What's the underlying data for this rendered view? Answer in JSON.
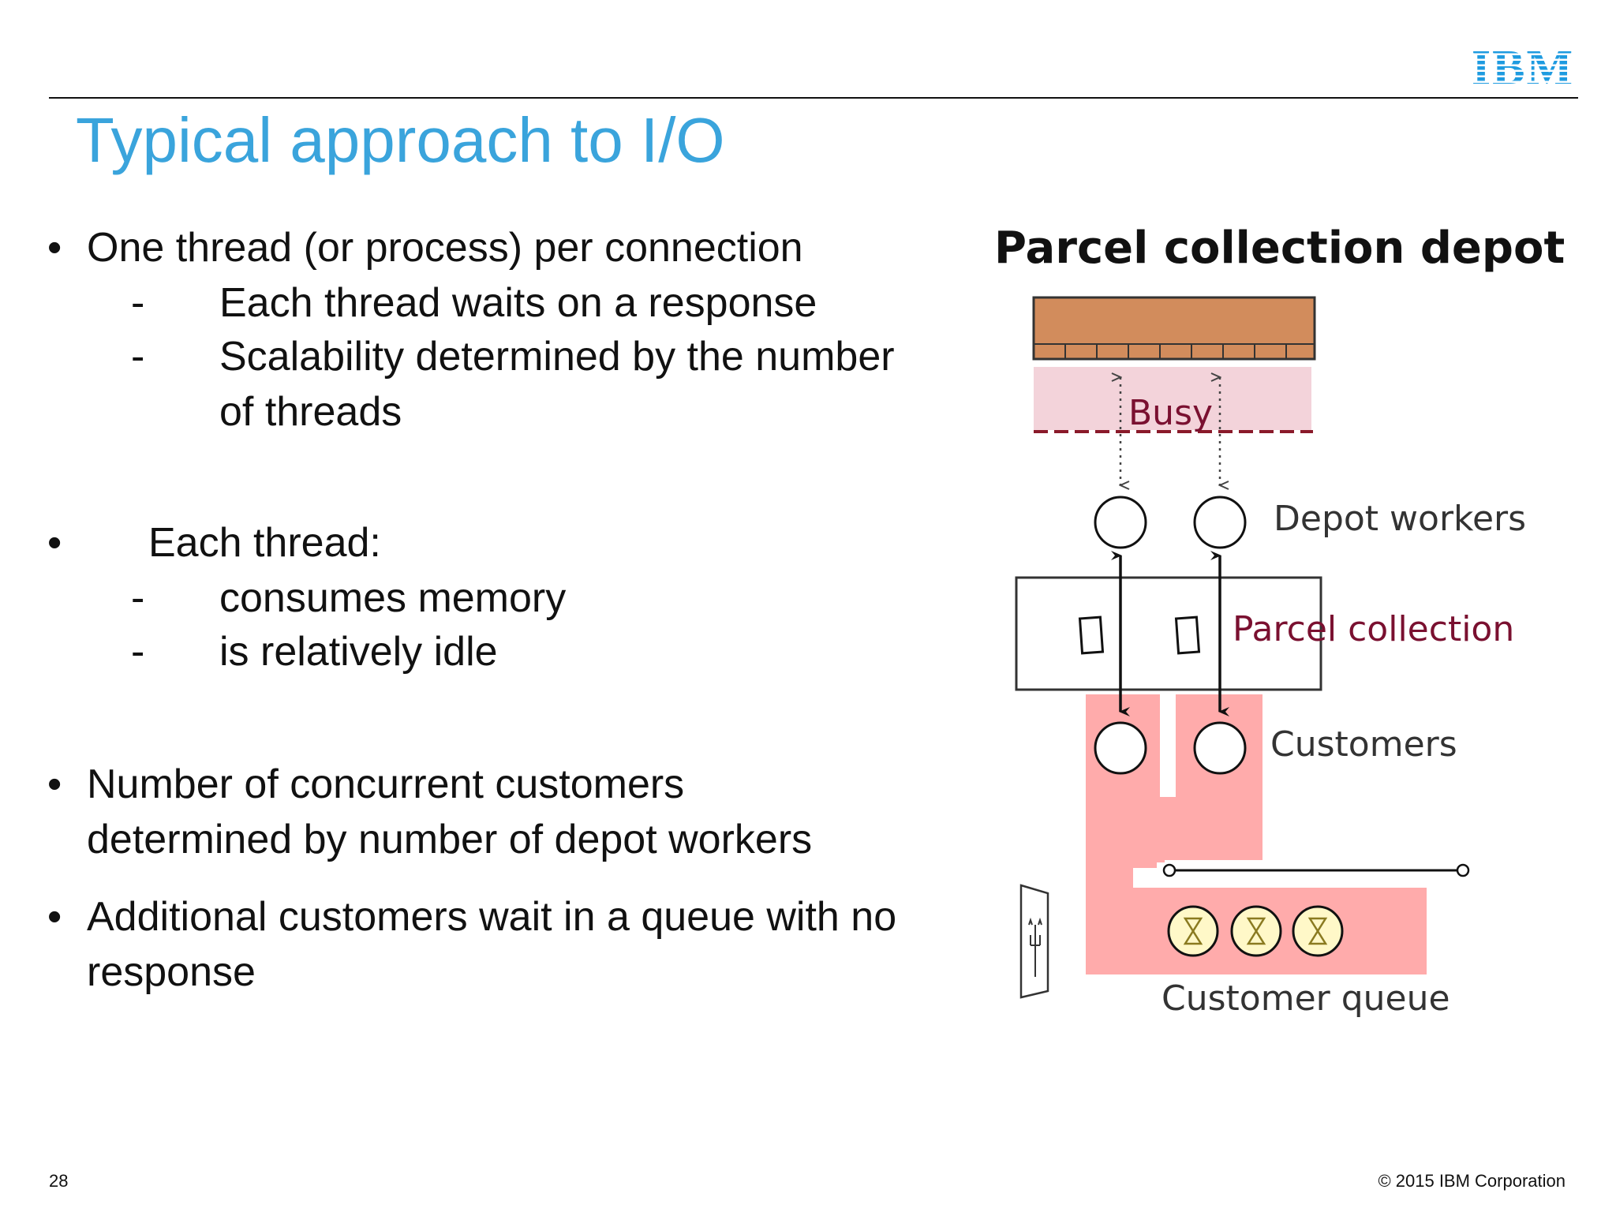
{
  "slide": {
    "title": "Typical approach to I/O",
    "page_number": "28",
    "copyright": "© 2015 IBM Corporation",
    "logo": {
      "text": "IBM",
      "color": "#1e9be0"
    },
    "title_color": "#3aa4dc"
  },
  "bullets": [
    {
      "text": "One thread (or process) per connection",
      "sub": [
        "Each thread waits on a response",
        "Scalability determined by the number",
        "of threads"
      ]
    },
    {
      "text": "Each thread:",
      "sub": [
        "consumes memory",
        "is relatively idle"
      ]
    },
    {
      "lines": [
        "Number of concurrent customers",
        "determined by number of depot workers"
      ]
    },
    {
      "lines": [
        "Additional customers wait in a queue with no",
        "response"
      ]
    }
  ],
  "diagram": {
    "title": "Parcel collection depot",
    "busy_label": "Busy",
    "depot_workers_label": "Depot workers",
    "parcel_collection_label": "Parcel collection",
    "customers_label": "Customers",
    "customer_queue_label": "Customer queue",
    "colors": {
      "shelf": "#d28c5c",
      "busy_zone": "#f3d3da",
      "customer_area": "#ffabab",
      "maroon": "#7a1030"
    },
    "queue_icon": "hourglass-icon",
    "door_icon": "door-icon"
  }
}
